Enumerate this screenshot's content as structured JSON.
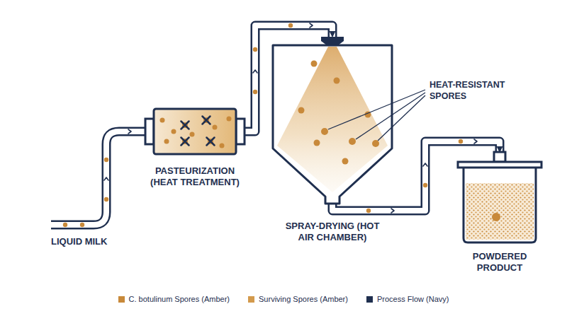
{
  "diagram": {
    "nodes": [
      {
        "text": [
          "PASTEURIZATION (HEAT TREATMENT)"
        ]
      },
      {
        "text": [
          "SPRAY-DRYING (HOT AIR CHAMBER)"
        ]
      },
      {
        "text": [
          "POWDERED PRODUCT"
        ]
      }
    ],
    "edges": [
      {
        "from": 0,
        "to": 1,
        "arrow": "to"
      },
      {
        "from": 1,
        "to": 2,
        "arrow": "to"
      }
    ],
    "labels": [
      "LIQUID MILK",
      "HEAT-RESISTANT SPORES"
    ],
    "legend": [
      {
        "text": "C. botulinum Spores (Amber)",
        "color": "#c8893a"
      },
      {
        "text": "Surviving Spores (Amber)",
        "color": "#d39a4c"
      },
      {
        "text": "Process Flow (Navy)",
        "color": "#1f2f4f"
      }
    ]
  }
}
